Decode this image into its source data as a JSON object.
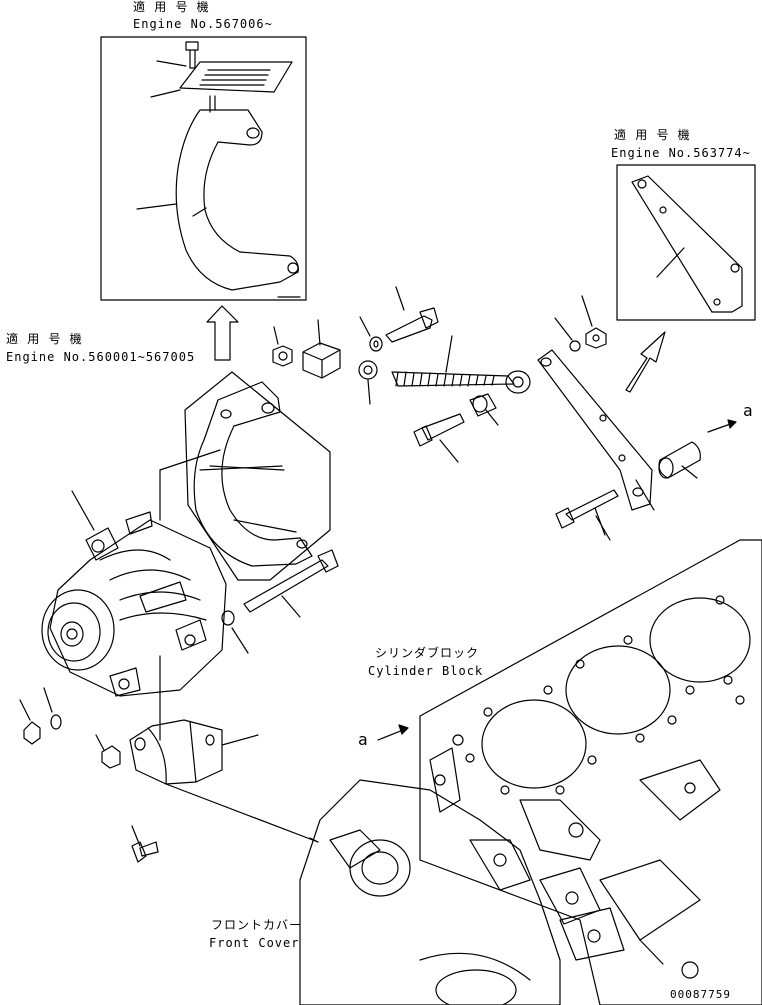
{
  "labels": {
    "top_jp": "適 用 号 機",
    "top_en": "Engine No.567006~",
    "left_jp": "適 用 号 機",
    "left_en": "Engine No.560001~567005",
    "right_jp": "適 用 号 機",
    "right_en": "Engine No.563774~",
    "cyl_jp": "シリンダブロック",
    "cyl_en": "Cylinder Block",
    "front_jp": "フロントカバー",
    "front_en": "Front Cover",
    "view_a_right": "a",
    "view_a_mid": "a",
    "drawing_no": "00087759"
  }
}
